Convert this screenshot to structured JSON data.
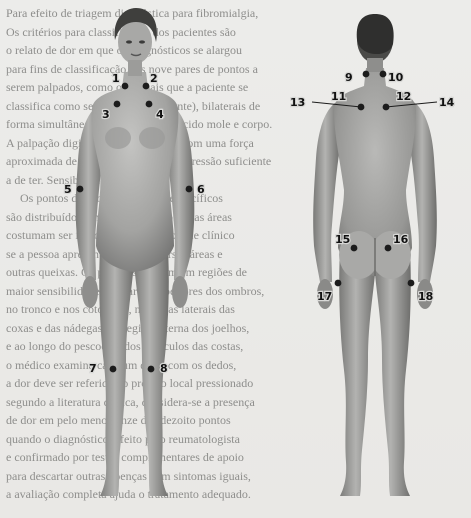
{
  "background_text": [
    "Para efeito de triagem diagnóstica para fibromialgia,",
    "Os critérios para classificação dos pacientes são",
    "o relato de dor em que os diagnósticos se alargou",
    "para fins de classificação. Os nove pares de pontos a",
    "serem palpados, como os demais que a paciente se",
    "classifica como sensíveis (um paciente), bilaterais de",
    "forma simultânea, para as áreas de tecido mole e corpo.",
    "A palpação digital deve ser aplicada com uma força",
    "aproximada de 4 kg, o que resulta de pressão suficiente",
    "a de ter. Sensibilidade.",
    "Os pontos dolorosos em locais específicos",
    "são distribuídos em pares no corpo. Estas áreas",
    "costumam ser importantes para o exame clínico",
    "se a pessoa apresenta dor em diversas áreas e",
    "outras queixas. Os pontos se situam em regiões de",
    "maior sensibilidade nas partes superiores dos ombros,",
    "no tronco e nos cotovelos, nas áreas laterais das",
    "coxas e das nádegas, na região interna dos joelhos,",
    "e ao longo do pescoço e dos músculos das costas,",
    "o médico examina cada um deles com os dedos,",
    "a dor deve ser referida no próprio local pressionado",
    "segundo a literatura clínica, considera-se a presença",
    "de dor em pelo menos onze dos dezoito pontos",
    "quando o diagnóstico é feito pelo reumatologista",
    "e confirmado por testes complementares de apoio",
    "para descartar outras doenças com sintomas iguais,",
    "a avaliação completa ajuda o tratamento adequado."
  ],
  "labels": [
    "1",
    "2",
    "3",
    "4",
    "5",
    "6",
    "7",
    "8",
    "9",
    "10",
    "11",
    "12",
    "13",
    "14",
    "15",
    "16",
    "17",
    "18"
  ],
  "colors": {
    "skin_light": "#b4b4b2",
    "skin_mid": "#8f8f8d",
    "skin_dark": "#5f5f5d",
    "hair": "#3e3e3c",
    "marker": "#1c1c1c",
    "label": "#111111"
  }
}
